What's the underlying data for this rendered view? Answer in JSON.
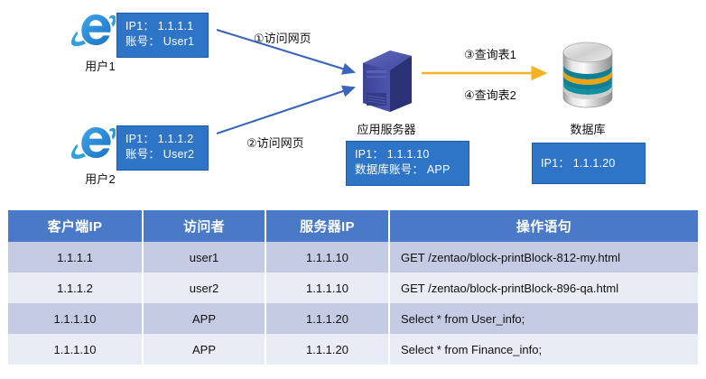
{
  "diagram": {
    "clients": [
      {
        "icon": "internet-explorer-icon",
        "caption": "用户1",
        "info": "IP1： 1.1.1.1\n账号： User1"
      },
      {
        "icon": "internet-explorer-icon",
        "caption": "用户2",
        "info": "IP1： 1.1.1.2\n账号： User2"
      }
    ],
    "server": {
      "icon": "server-tower-icon",
      "caption": "应用服务器",
      "info": "IP1： 1.1.1.10\n数据库账号： APP"
    },
    "database": {
      "icon": "database-cylinder-icon",
      "caption": "数据库",
      "info": "IP1： 1.1.1.20"
    },
    "flows": [
      {
        "label": "①访问网页",
        "color": "#3a64bd"
      },
      {
        "label": "②访问网页",
        "color": "#3a64bd"
      },
      {
        "label": "③查询表1",
        "color": "#f5b323"
      },
      {
        "label": "④查询表2",
        "color": "#f5b323"
      }
    ]
  },
  "table": {
    "headers": [
      "客户端IP",
      "访问者",
      "服务器IP",
      "操作语句"
    ],
    "rows": [
      [
        "1.1.1.1",
        "user1",
        "1.1.1.10",
        "GET  /zentao/block-printBlock-812-my.html"
      ],
      [
        "1.1.1.2",
        "user2",
        "1.1.1.10",
        "GET  /zentao/block-printBlock-896-qa.html"
      ],
      [
        "1.1.1.10",
        "APP",
        "1.1.1.20",
        "Select  *  from  User_info;"
      ],
      [
        "1.1.1.10",
        "APP",
        "1.1.1.20",
        "Select  *  from  Finance_info;"
      ]
    ]
  },
  "colors": {
    "header_blue": "#4a7ac7",
    "box_blue": "#2e75c8",
    "row_odd": "#c6cbe4",
    "row_even": "#e9ebf5",
    "arrow_blue": "#3a64bd",
    "arrow_yellow": "#f5b323"
  }
}
